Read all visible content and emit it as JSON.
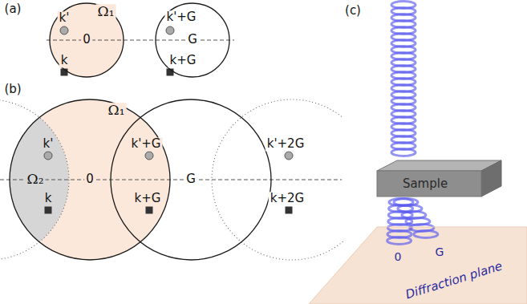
{
  "diagram": {
    "nodes": [
      {
        "text": [
          "Ω₁",
          "k'",
          "k",
          "0"
        ]
      },
      {
        "text": [
          "G",
          "k'+G",
          "k+G"
        ]
      },
      {
        "text": [
          "Ω₁",
          "k'",
          "k",
          "Ω₂",
          "0"
        ]
      },
      {
        "text": [
          "k'+G",
          "k+G",
          "G"
        ]
      },
      {
        "text": [
          "Sample"
        ]
      },
      {
        "text": [
          "0",
          "G",
          "Diffraction plane"
        ]
      }
    ],
    "labels": [
      "(a)",
      "(b)",
      "(c)",
      "k'+2G",
      "k+2G"
    ]
  }
}
